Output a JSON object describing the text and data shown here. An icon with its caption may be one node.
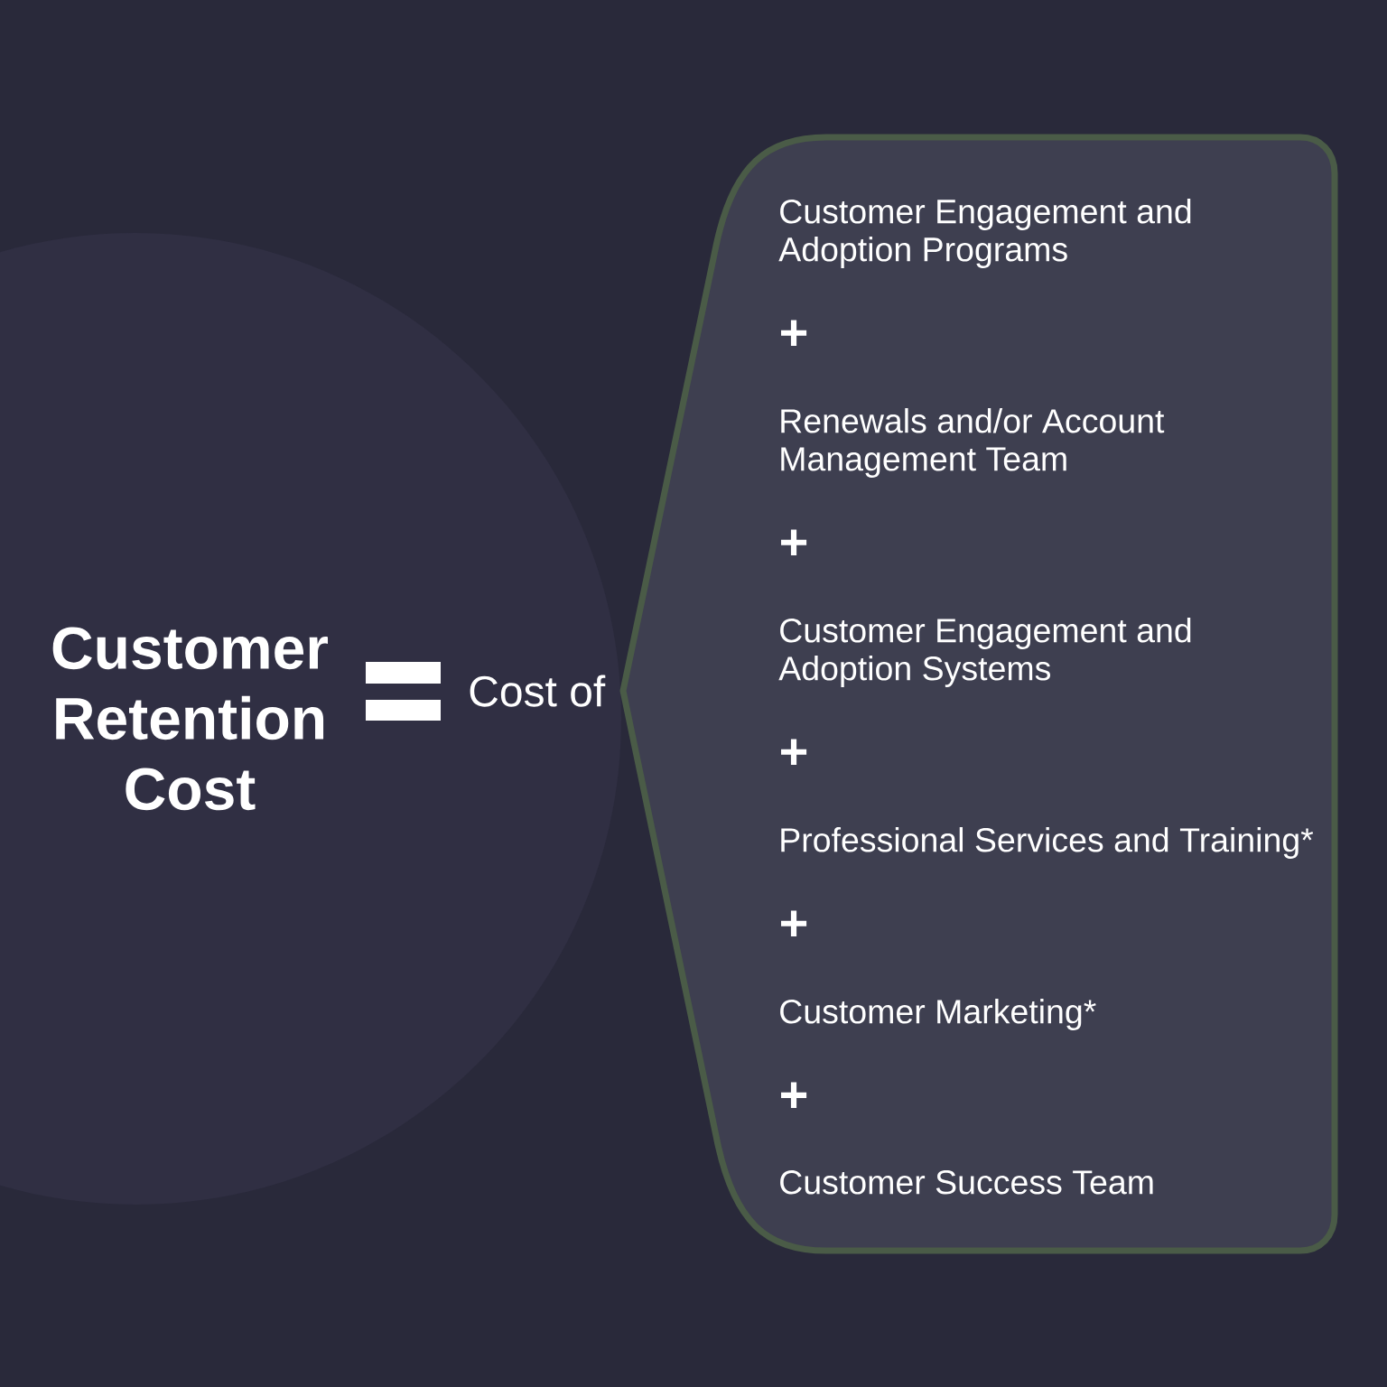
{
  "diagram": {
    "nodes": [
      {
        "text": [
          "Customer Retention Cost",
          "Cost of"
        ]
      },
      {
        "text": [
          "Customer Engagement and Adoption Programs",
          "+",
          "Renewals and/or Account Management Team",
          "+",
          "Customer Engagement and Adoption Systems",
          "+",
          "Professional Services and Training*",
          "+",
          "Customer Marketing*",
          "+",
          "Customer Success Team"
        ]
      }
    ]
  }
}
